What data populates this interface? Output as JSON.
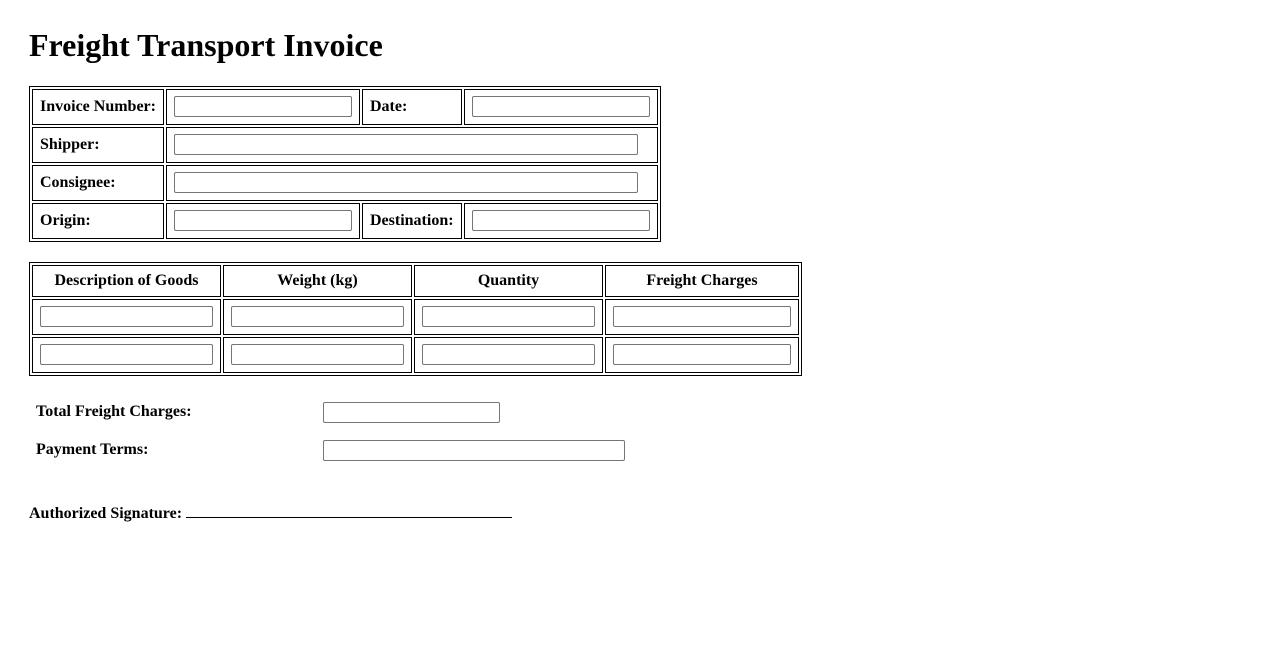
{
  "page": {
    "title": "Freight Transport Invoice"
  },
  "shipment_info": {
    "invoice_number": {
      "label": "Invoice Number:",
      "value": "",
      "placeholder": ""
    },
    "date": {
      "label": "Date:",
      "value": "",
      "placeholder": ""
    },
    "shipper": {
      "label": "Shipper:",
      "value": "",
      "placeholder": ""
    },
    "consignee": {
      "label": "Consignee:",
      "value": "",
      "placeholder": ""
    },
    "origin": {
      "label": "Origin:",
      "value": "",
      "placeholder": ""
    },
    "destination": {
      "label": "Destination:",
      "value": "",
      "placeholder": ""
    }
  },
  "goods_table": {
    "headers": [
      "Description of Goods",
      "Weight (kg)",
      "Quantity",
      "Freight Charges"
    ],
    "rows": [
      {
        "description": "",
        "weight": "",
        "quantity": "",
        "freight_charges": ""
      },
      {
        "description": "",
        "weight": "",
        "quantity": "",
        "freight_charges": ""
      }
    ]
  },
  "charges": {
    "total_freight_charges": {
      "label": "Total Freight Charges:",
      "value": "",
      "placeholder": ""
    },
    "payment_terms": {
      "label": "Payment Terms:",
      "value": "",
      "placeholder": ""
    }
  },
  "signature": {
    "label": "Authorized Signature:"
  },
  "colors": {
    "text": "#000000",
    "table_border": "#000000",
    "input_border": "#767676",
    "background": "#ffffff"
  }
}
